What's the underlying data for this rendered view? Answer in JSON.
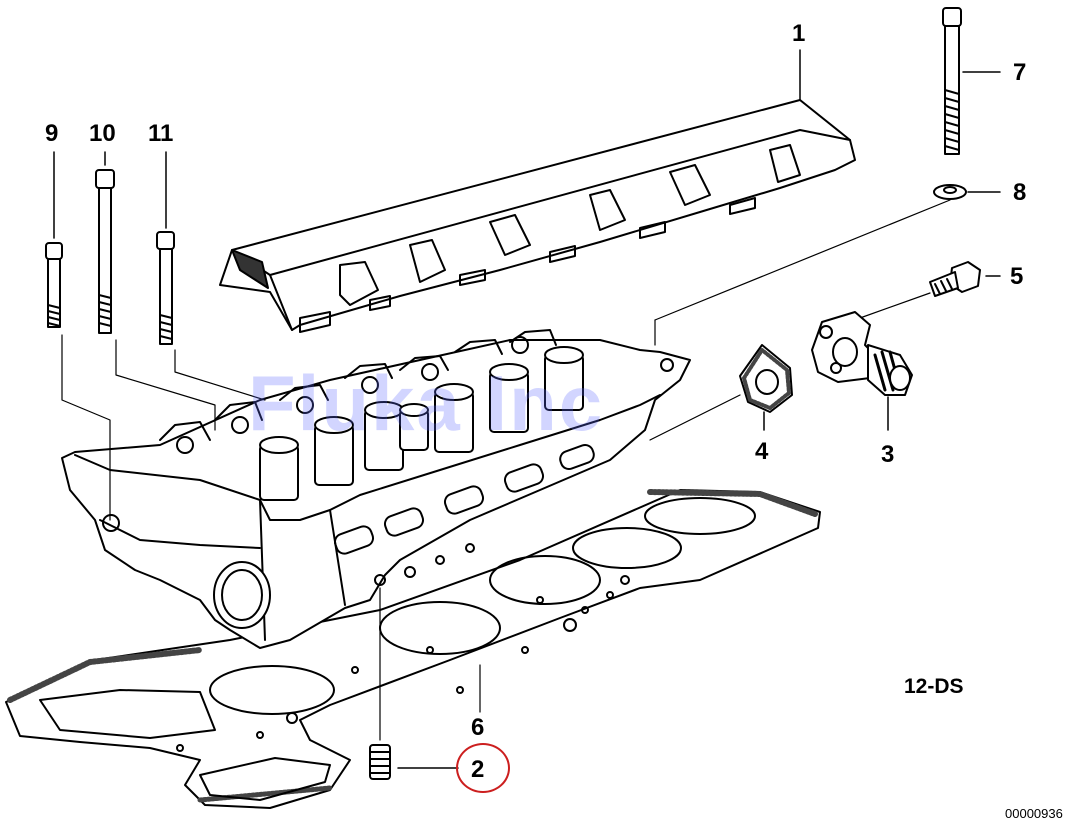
{
  "diagram": {
    "section_code": "12-DS",
    "document_number": "00000936",
    "watermark_text": "Fluka Inc",
    "highlight_color": "#cc1f1f",
    "watermark_color": "#5f6bff",
    "callouts": {
      "c1": "1",
      "c2": "2",
      "c3": "3",
      "c4": "4",
      "c5": "5",
      "c6": "6",
      "c7": "7",
      "c8": "8",
      "c9": "9",
      "c10": "10",
      "c11": "11"
    },
    "highlighted_callout": "2"
  }
}
